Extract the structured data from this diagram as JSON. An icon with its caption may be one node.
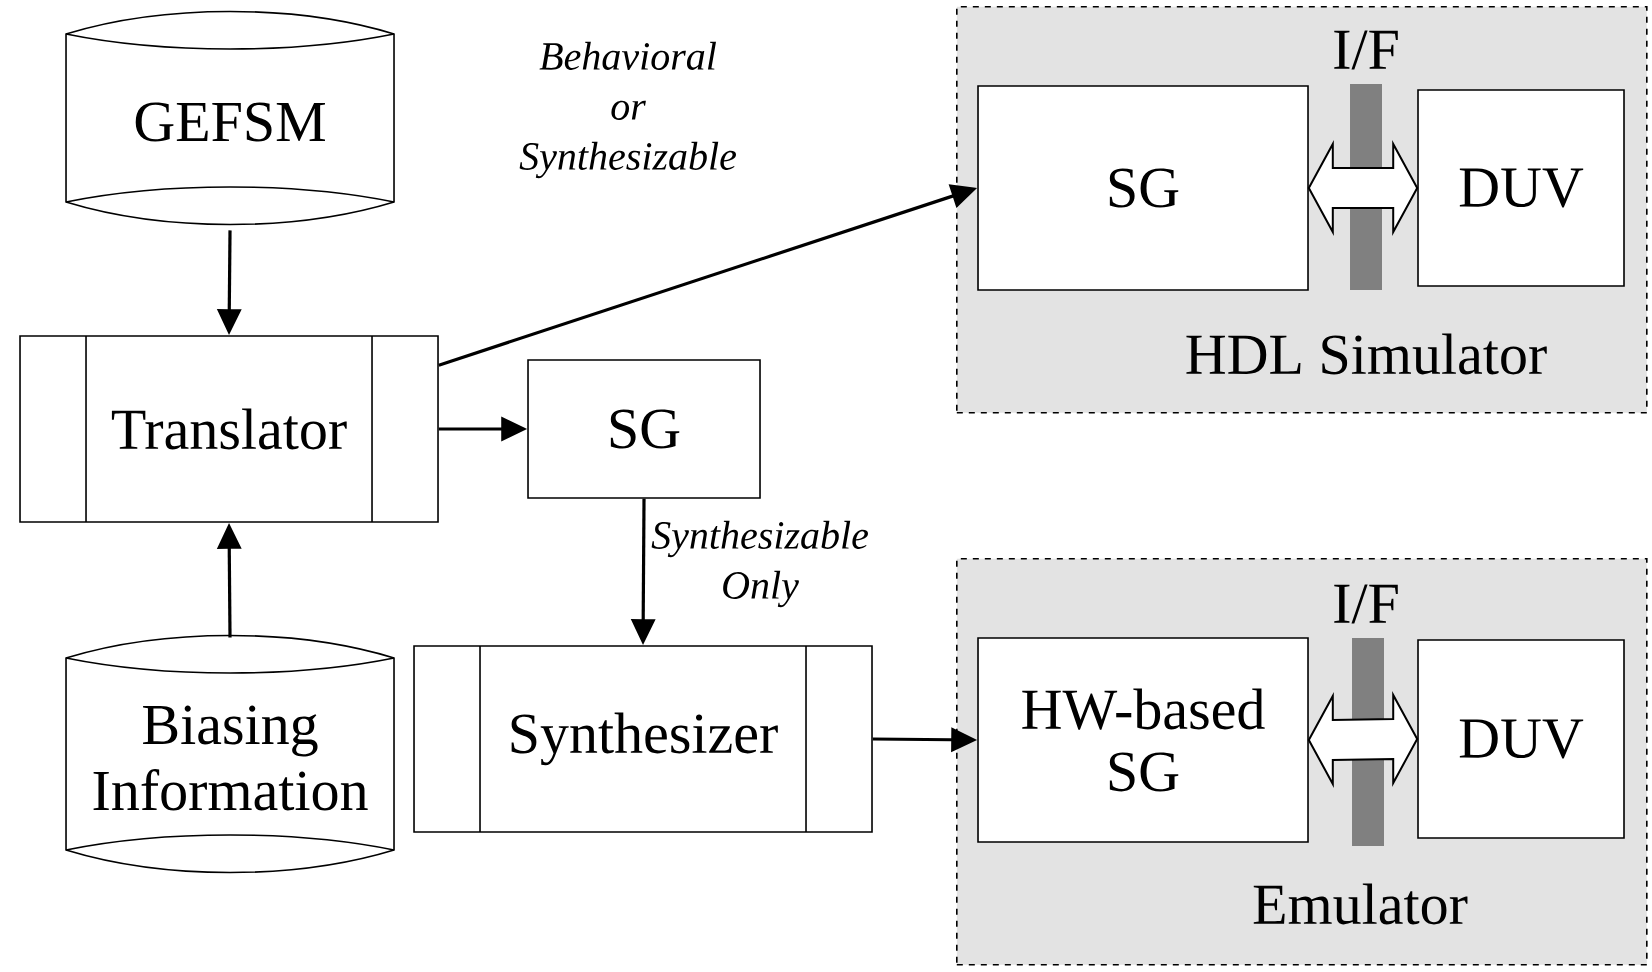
{
  "diagram": {
    "nodes": [
      {
        "text": [
          "GEFSM"
        ]
      },
      {
        "text": [
          "Translator"
        ]
      },
      {
        "text": [
          "SG"
        ]
      },
      {
        "text": [
          "Biasing Information"
        ]
      },
      {
        "text": [
          "Synthesizer"
        ]
      },
      {
        "text": [
          "HDL Simulator"
        ]
      },
      {
        "text": [
          "SG"
        ],
        "in": 5
      },
      {
        "text": [
          "DUV"
        ],
        "in": 5
      },
      {
        "text": [
          "Emulator"
        ]
      },
      {
        "text": [
          "HW-based SG"
        ],
        "in": 8
      },
      {
        "text": [
          "DUV"
        ],
        "in": 8
      }
    ],
    "edges": [
      {
        "from": 0,
        "to": 1,
        "arrow": "to"
      },
      {
        "from": 3,
        "to": 1,
        "arrow": "to"
      },
      {
        "from": 1,
        "to": 6,
        "arrow": "to",
        "label": "Behavioral or Synthesizable"
      },
      {
        "from": 1,
        "to": 2,
        "arrow": "to"
      },
      {
        "from": 2,
        "to": 4,
        "arrow": "to",
        "label": "Synthesizable Only"
      },
      {
        "from": 4,
        "to": 9,
        "arrow": "to"
      },
      {
        "from": 6,
        "to": 7,
        "arrow": "both",
        "style": "thick"
      },
      {
        "from": 9,
        "to": 10,
        "arrow": "both",
        "style": "thick"
      }
    ],
    "labels": [
      "I/F",
      "I/F"
    ]
  }
}
